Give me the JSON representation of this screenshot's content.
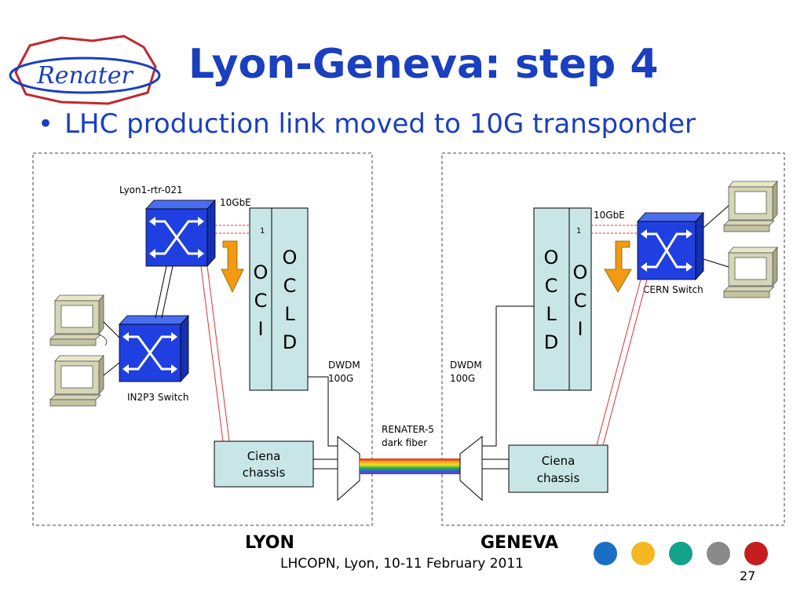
{
  "slide": {
    "title": "Lyon-Geneva: step 4",
    "bullet": "LHC production link moved to 10G transponder",
    "logo_text": "Renater",
    "footer": "LHCOPN, Lyon, 10-11 February 2011",
    "page_number": "27"
  },
  "diagram": {
    "lyon": {
      "router_label": "Lyon1-rtr-021",
      "switch_label": "IN2P3 Switch",
      "gbe_label": "10GbE",
      "port_label": "1",
      "oci_letters": [
        "O",
        "C",
        "I"
      ],
      "ocld_letters": [
        "O",
        "C",
        "L",
        "D"
      ],
      "dwdm_label_1": "DWDM",
      "dwdm_label_2": "100G",
      "chassis_1": "Ciena",
      "chassis_2": "chassis",
      "city": "LYON"
    },
    "geneva": {
      "switch_label": "CERN Switch",
      "gbe_label": "10GbE",
      "port_label": "1",
      "oci_letters": [
        "O",
        "C",
        "I"
      ],
      "ocld_letters": [
        "O",
        "C",
        "L",
        "D"
      ],
      "dwdm_label_1": "DWDM",
      "dwdm_label_2": "100G",
      "chassis_1": "Ciena",
      "chassis_2": "chassis",
      "city": "GENEVA"
    },
    "fiber_label_1": "RENATER-5",
    "fiber_label_2": "dark fiber"
  },
  "colors": {
    "title": "#1a3fbf",
    "switch_blue": "#1f3fe0",
    "transponder_fill": "#c8e6e6",
    "arrow_orange": "#f29a12",
    "link_red": "#e03030",
    "dot_colors": [
      "#1a6fc4",
      "#f5b820",
      "#13a38a",
      "#8a8a8a",
      "#c41e1e"
    ]
  }
}
